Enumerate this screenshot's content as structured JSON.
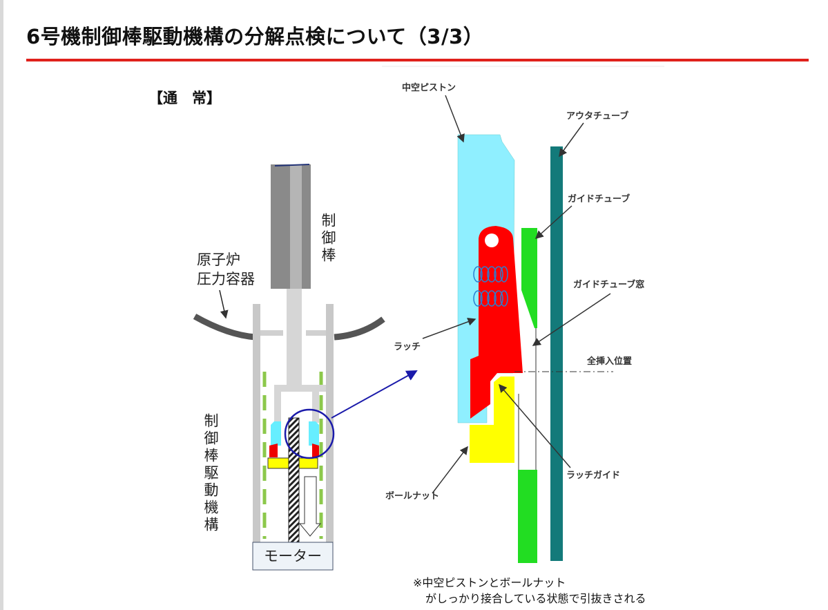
{
  "title": "6号機制御棒駆動機構の分解点検について（3/3）",
  "section_label": "【通　常】",
  "overview": {
    "control_rod": "制御棒",
    "pressure_vessel_line1": "原子炉",
    "pressure_vessel_line2": "圧力容器",
    "crdm": "制御棒駆動機構",
    "motor": "モーター"
  },
  "detail": {
    "hollow_piston": "中空ピストン",
    "outer_tube": "アウタチューブ",
    "guide_tube": "ガイドチューブ",
    "guide_tube_window": "ガイドチューブ窓",
    "latch": "ラッチ",
    "full_insertion": "全挿入位置",
    "latch_guide": "ラッチガイド",
    "ball_nut": "ボールナット"
  },
  "note": {
    "line1": "※中空ピストンとボールナット",
    "line2": "がしっかり接合している状態で引抜きされる"
  },
  "colors": {
    "accent_red": "#e0211c",
    "piston": "#8fefff",
    "latch": "#ff0000",
    "ball_nut": "#ffff00",
    "guide_tube": "#22dd22",
    "outer_tube": "#137a7a",
    "callout": "#1a1aaa"
  }
}
